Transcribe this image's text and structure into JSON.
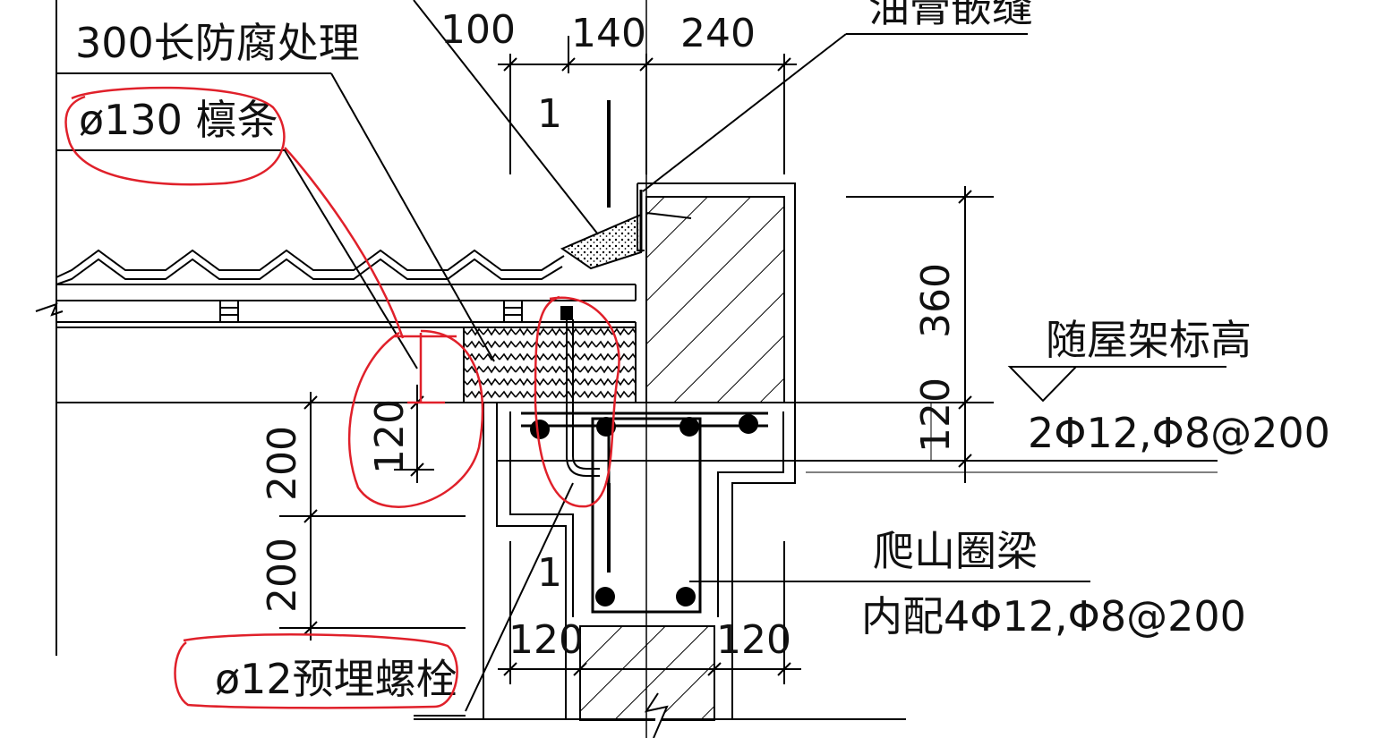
{
  "labels": {
    "anticorrosion": "300长防腐处理",
    "purlin": "ø130 檩条",
    "sealant": "油膏嵌缝",
    "roof_elevation": "随屋架标高",
    "beam_name": "爬山圈梁",
    "beam_reinf_top": "2Φ12,Φ8@200",
    "beam_reinf_inner": "内配4Φ12,Φ8@200",
    "bolt": "ø12预埋螺栓",
    "section_top": "1",
    "section_bottom": "1"
  },
  "dimensions": {
    "top": [
      "100",
      "140",
      "240"
    ],
    "right": [
      "360",
      "120"
    ],
    "left_vertical": [
      "200",
      "200"
    ],
    "inner_vertical": "120",
    "bottom": [
      "120",
      "120"
    ]
  },
  "colors": {
    "line": "#000000",
    "markup": "#e0202a",
    "background": "#ffffff"
  }
}
